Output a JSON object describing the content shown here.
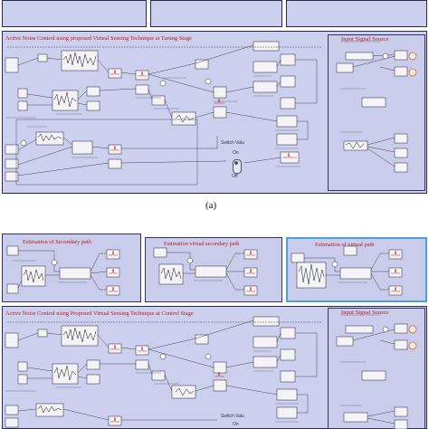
{
  "figure_a": {
    "main_title": "Active Noise Control using proposed Virtual Sensing Technique at  Tuning Stage",
    "input_source_title": "Input Signal Source",
    "switch_label": "Switch Valu",
    "switch_on": "On",
    "switch_off": "Off",
    "caption": "(a)"
  },
  "figure_b": {
    "est_secondary_title": "Estimation of Secondary path",
    "est_virtual_secondary_title": "Estimation virtual secondary path",
    "est_virtual_title": "Estimation of  virtual path",
    "main_title": "Active Noise Control using Proposed Virtual Sensing Technique at  Control Stage",
    "input_source_title": "Input Signal Source",
    "switch_label": "Switch Valu",
    "switch_on": "On"
  },
  "colors": {
    "panel_bg": "#ccd0ee",
    "title_red": "#c01818",
    "highlight_border": "#4aa0d8"
  }
}
